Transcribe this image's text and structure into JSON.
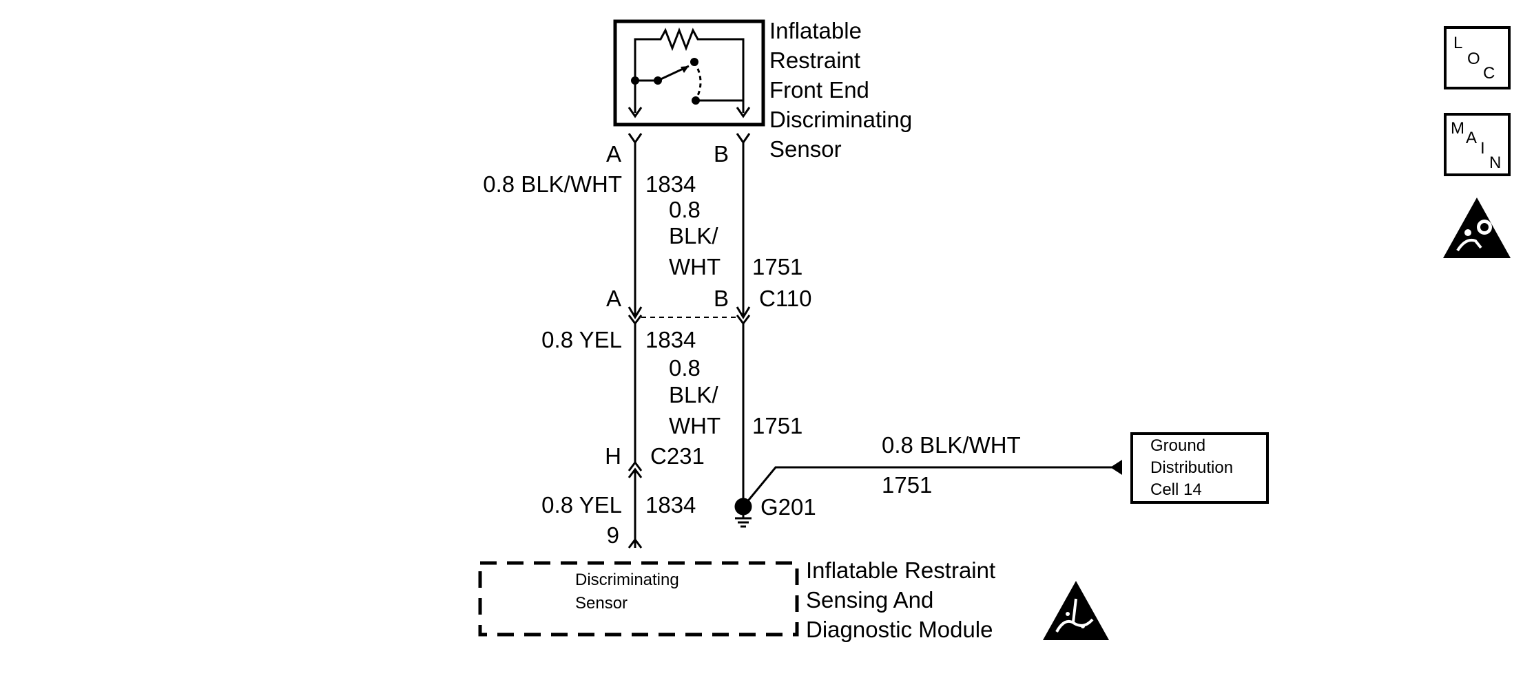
{
  "sensor": {
    "name_lines": [
      "Inflatable",
      "Restraint",
      "Front End",
      "Discriminating",
      "Sensor"
    ]
  },
  "connectors": {
    "top": {
      "pin_a": "A",
      "pin_b": "B"
    },
    "c110": {
      "pin_a": "A",
      "pin_b": "B",
      "id": "C110"
    },
    "c231": {
      "pin": "H",
      "id": "C231"
    }
  },
  "wires": {
    "left_upper": {
      "spec": "0.8 BLK/WHT",
      "circuit": "1834"
    },
    "right_upper": {
      "spec_lines": [
        "0.8",
        "BLK/",
        "WHT"
      ],
      "circuit": "1751"
    },
    "left_middle": {
      "spec": "0.8 YEL",
      "circuit": "1834"
    },
    "right_middle": {
      "spec_lines": [
        "0.8",
        "BLK/",
        "WHT"
      ],
      "circuit": "1751"
    },
    "left_lower": {
      "spec": "0.8 YEL",
      "circuit": "1834",
      "pin": "9"
    },
    "ground_run": {
      "spec": "0.8 BLK/WHT",
      "circuit": "1751"
    }
  },
  "ground": {
    "id": "G201"
  },
  "ground_distribution": {
    "lines": [
      "Ground",
      "Distribution",
      "Cell 14"
    ]
  },
  "module": {
    "inner_lines": [
      "Discriminating",
      "Sensor"
    ],
    "name_lines": [
      "Inflatable Restraint",
      "Sensing And",
      "Diagnostic Module"
    ]
  },
  "side_icons": {
    "loc": {
      "letters": [
        "L",
        "O",
        "C"
      ]
    },
    "main": {
      "letters": [
        "M",
        "A",
        "I",
        "N"
      ]
    },
    "airbag": {
      "icon": "airbag-warning-icon"
    }
  },
  "esd_icon": "esd-warning-icon"
}
